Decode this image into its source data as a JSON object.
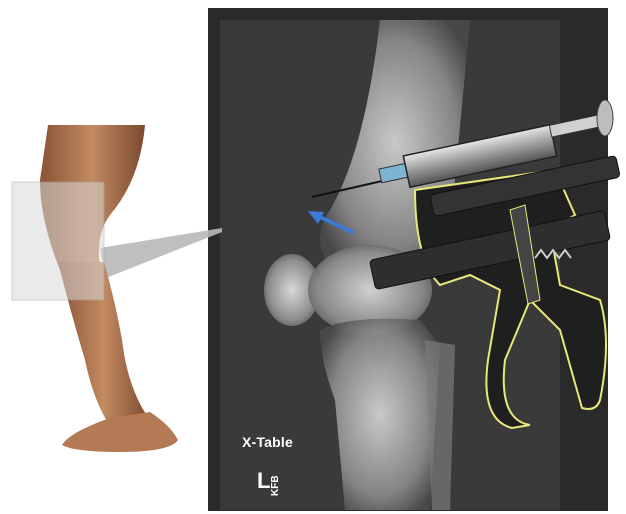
{
  "xray": {
    "view_label": "X-Table",
    "side_marker": "L",
    "tech_initials": "KFB"
  },
  "colors": {
    "xray_background": "#2a2a2a",
    "bone": "#cfcfcf",
    "skin": "#b47a55",
    "device_body": "#1f1f1f",
    "device_outline": "#e8e87a",
    "pointer_arrow": "#3b7bd6",
    "callout": "#b8b8b8"
  },
  "icons": {
    "leg": "leg-illustration-icon",
    "arrow": "blue-arrow-icon",
    "device": "injection-gun-icon",
    "syringe": "syringe-icon"
  }
}
